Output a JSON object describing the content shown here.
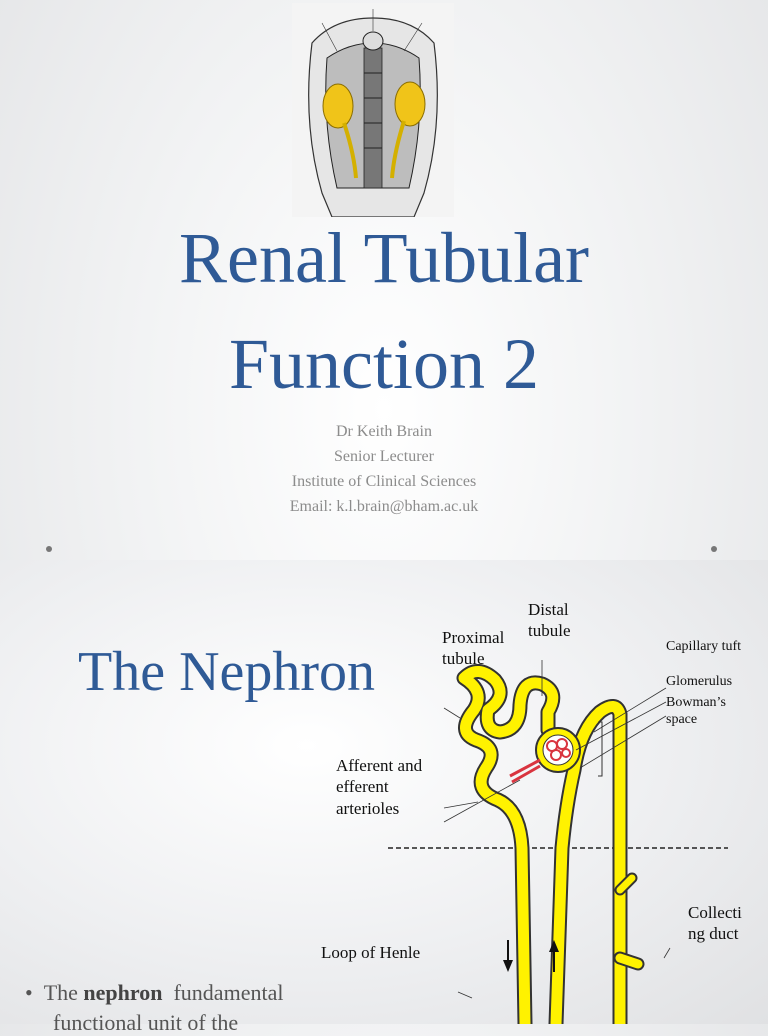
{
  "slide1": {
    "title_line1": "Renal Tubular",
    "title_line2": "Function 2",
    "author": "Dr Keith Brain",
    "role": "Senior Lecturer",
    "institute": "Institute of Clinical Sciences",
    "email": "Email: k.l.brain@bham.ac.uk"
  },
  "slide2": {
    "title": "The Nephron",
    "labels": {
      "distal_tubule": "Distal tubule",
      "proximal_tubule": "Proximal tubule",
      "capillary_tuft": "Capillary tuft",
      "glomerulus": "Glomerulus",
      "bowmans_space": "Bowman’s space",
      "arterioles": "Afferent and efferent arterioles",
      "loop_of_henle": "Loop of Henle",
      "collecting_duct": "Collecting duct"
    },
    "bullet_bold": "nephron",
    "bullet_pre": "The ",
    "bullet_post": "  fundamental",
    "bullet_line2": "functional unit of the"
  },
  "colors": {
    "title": "#2f5a96",
    "tubule": "#fff200",
    "glomerulus": "#d9343f"
  }
}
